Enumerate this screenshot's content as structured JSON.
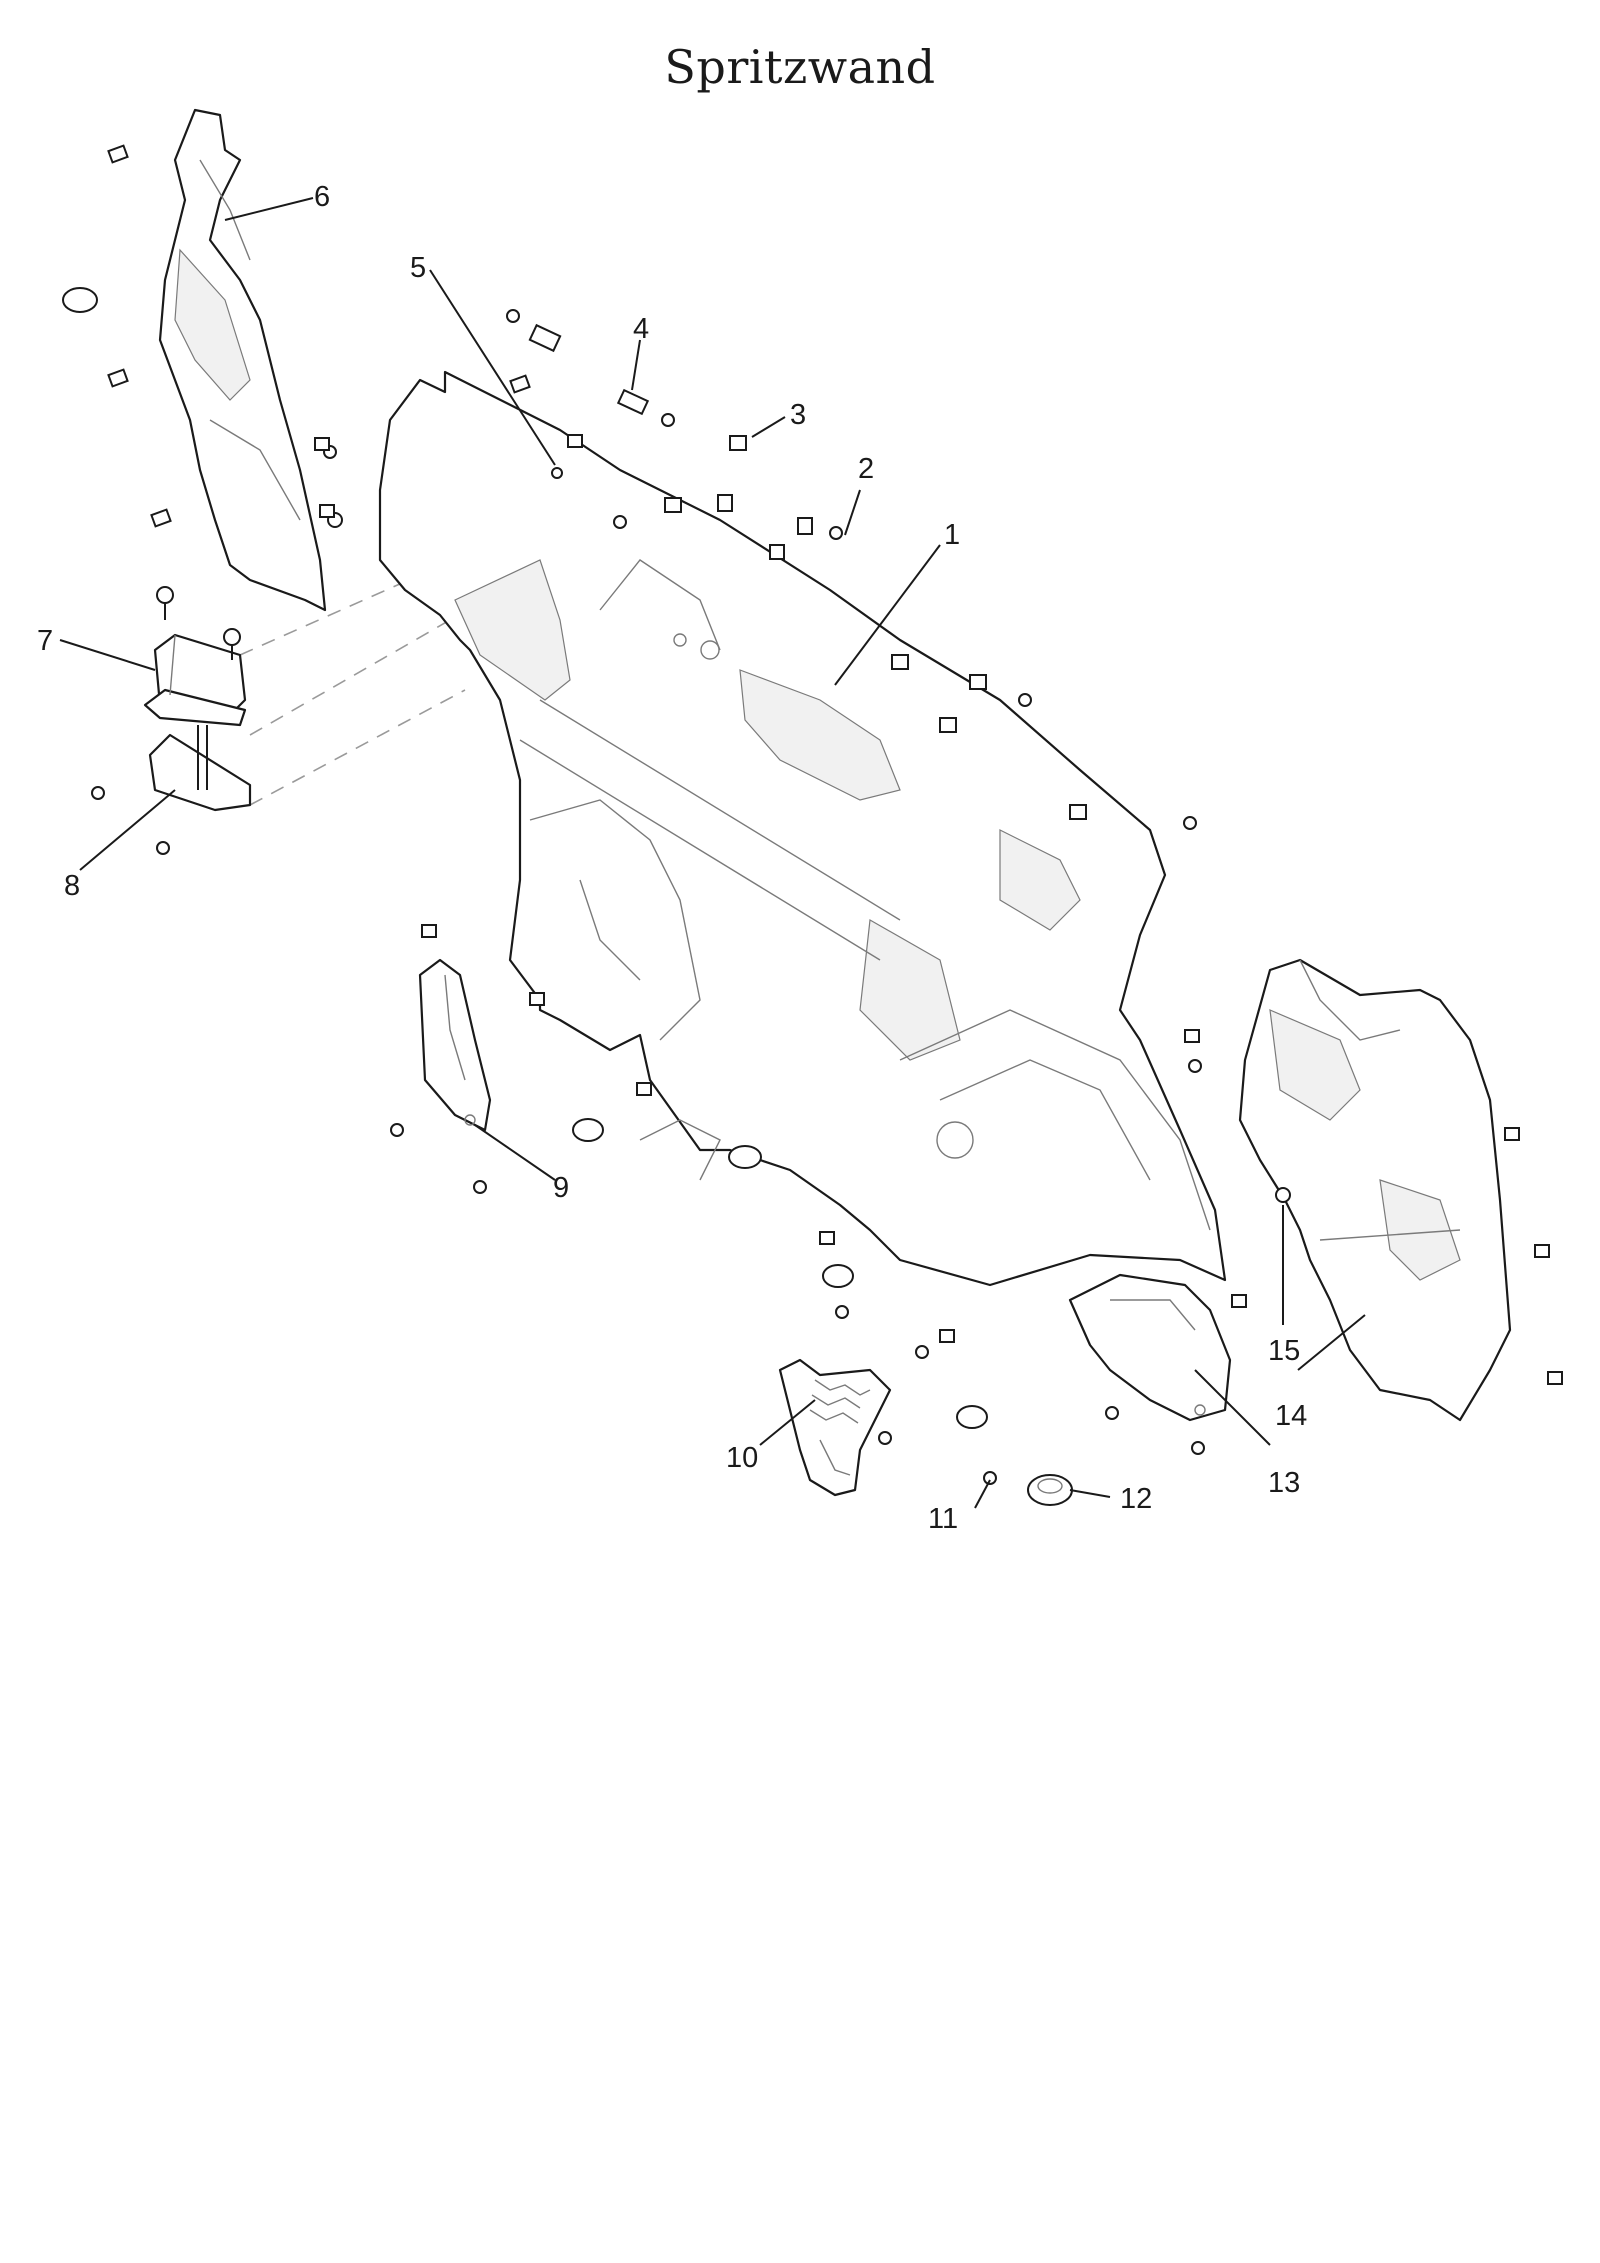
{
  "title": "Spritzwand",
  "callouts": [
    {
      "id": "1",
      "label": "1"
    },
    {
      "id": "2",
      "label": "2"
    },
    {
      "id": "3",
      "label": "3"
    },
    {
      "id": "4",
      "label": "4"
    },
    {
      "id": "5",
      "label": "5"
    },
    {
      "id": "6",
      "label": "6"
    },
    {
      "id": "7",
      "label": "7"
    },
    {
      "id": "8",
      "label": "8"
    },
    {
      "id": "9",
      "label": "9"
    },
    {
      "id": "10",
      "label": "10"
    },
    {
      "id": "11",
      "label": "11"
    },
    {
      "id": "12",
      "label": "12"
    },
    {
      "id": "13",
      "label": "13"
    },
    {
      "id": "14",
      "label": "14"
    },
    {
      "id": "15",
      "label": "15"
    }
  ]
}
